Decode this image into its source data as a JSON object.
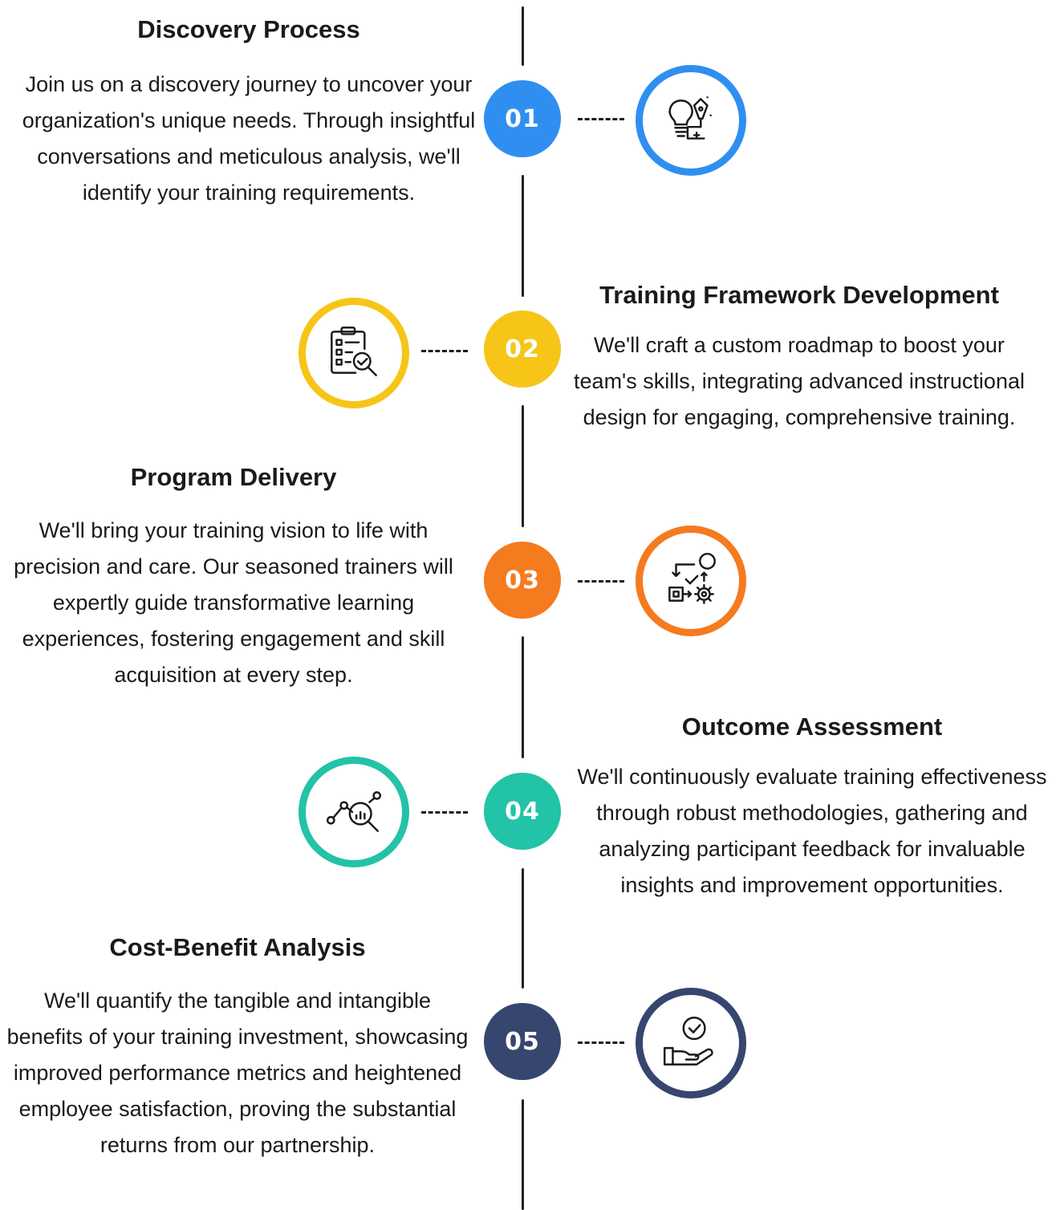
{
  "colors": {
    "step1": "#2f8ff0",
    "step2": "#f6c518",
    "step3": "#f57b1f",
    "step4": "#22c3a6",
    "step5": "#36466f",
    "line": "#1f1f1f"
  },
  "steps": [
    {
      "number": "01",
      "title": "Discovery Process",
      "description": "Join us on a discovery journey to uncover your organization's unique needs. Through insightful conversations and meticulous analysis, we'll identify your training requirements.",
      "icon": "lightbulb-pen-icon"
    },
    {
      "number": "02",
      "title": "Training Framework Development",
      "description": "We'll craft a custom roadmap to boost your team's skills, integrating advanced instructional design for engaging, comprehensive training.",
      "icon": "clipboard-checklist-icon"
    },
    {
      "number": "03",
      "title": "Program Delivery",
      "description": "We'll bring your training vision to life with precision and care. Our seasoned trainers will expertly guide transformative learning experiences, fostering engagement and skill acquisition at every step.",
      "icon": "workflow-process-icon"
    },
    {
      "number": "04",
      "title": "Outcome Assessment",
      "description": "We'll continuously evaluate training effectiveness through robust methodologies, gathering and analyzing participant feedback for invaluable insights and improvement opportunities.",
      "icon": "analytics-search-icon"
    },
    {
      "number": "05",
      "title": "Cost-Benefit Analysis",
      "description": "We'll quantify the tangible and intangible benefits of your training investment, showcasing improved performance metrics and heightened employee satisfaction, proving the substantial returns from our partnership.",
      "icon": "hand-check-icon"
    }
  ]
}
